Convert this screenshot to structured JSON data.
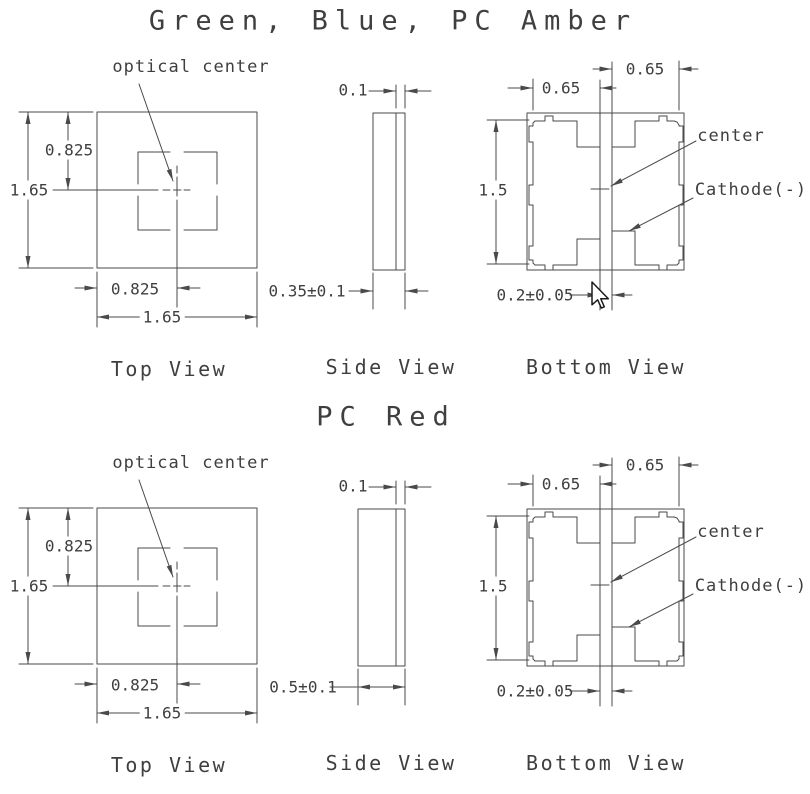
{
  "page": {
    "background": "#ffffff",
    "line_color": "#4a4a4a",
    "text_color": "#3f3f3f"
  },
  "sections": [
    {
      "title": "Green, Blue, PC Amber",
      "top_view": {
        "label": "Top View",
        "optical_center": "optical center",
        "overall_height": "1.65",
        "half_height": "0.825",
        "half_width": "0.825",
        "overall_width": "1.65"
      },
      "side_view": {
        "label": "Side View",
        "lens_offset": "0.1",
        "thickness": "0.35±0.1"
      },
      "bottom_view": {
        "label": "Bottom View",
        "pad_width_left": "0.65",
        "pad_width_right": "0.65",
        "pad_height": "1.5",
        "pad_gap": "0.2±0.05",
        "center": "center",
        "cathode": "Cathode(-)"
      }
    },
    {
      "title": "PC Red",
      "top_view": {
        "label": "Top View",
        "optical_center": "optical center",
        "overall_height": "1.65",
        "half_height": "0.825",
        "half_width": "0.825",
        "overall_width": "1.65"
      },
      "side_view": {
        "label": "Side View",
        "lens_offset": "0.1",
        "thickness": "0.5±0.1"
      },
      "bottom_view": {
        "label": "Bottom View",
        "pad_width_left": "0.65",
        "pad_width_right": "0.65",
        "pad_height": "1.5",
        "pad_gap": "0.2±0.05",
        "center": "center",
        "cathode": "Cathode(-)"
      }
    }
  ],
  "cursor": {
    "type": "arrow-pointer"
  }
}
